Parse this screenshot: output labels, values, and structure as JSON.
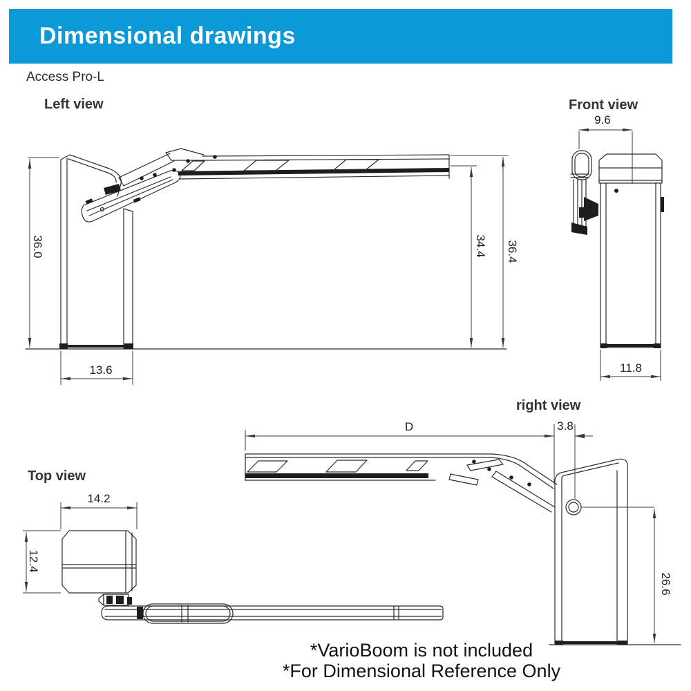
{
  "header": {
    "title": "Dimensional drawings"
  },
  "subtitle": "Access Pro-L",
  "views": {
    "left": {
      "label": "Left view",
      "dim_height": "36.0",
      "dim_base_width": "13.6",
      "dim_arm_underside": "34.4",
      "dim_arm_top": "36.4"
    },
    "front": {
      "label": "Front view",
      "dim_boom_offset": "9.6",
      "dim_base_depth": "11.8"
    },
    "right": {
      "label": "right view",
      "dim_boom_length": "D",
      "dim_gap": "3.8",
      "dim_shaft_height": "26.6"
    },
    "top": {
      "label": "Top view",
      "dim_width": "14.2",
      "dim_depth": "12.4"
    }
  },
  "notes": [
    "*VarioBoom is not included",
    "*For Dimensional Reference Only"
  ],
  "colors": {
    "header_bg": "#0c99d7",
    "header_text": "#ffffff",
    "line": "#2a2a2a"
  }
}
